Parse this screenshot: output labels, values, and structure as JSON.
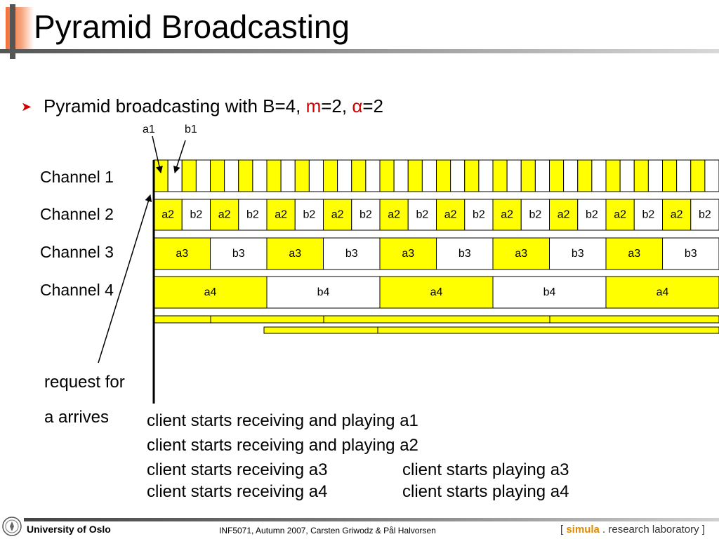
{
  "title": "Pyramid Broadcasting",
  "bullet": {
    "prefix": "Pyramid broadcasting with B=4, ",
    "m": "m",
    "after_m": "=2, ",
    "alpha": "α",
    "after_alpha": "=2"
  },
  "annotations": {
    "a1": "a1",
    "b1": "b1"
  },
  "channels": [
    {
      "label": "Channel 1",
      "segments": []
    },
    {
      "label": "Channel 2",
      "segments": [
        "a2",
        "b2",
        "a2",
        "b2",
        "a2",
        "b2",
        "a2",
        "b2",
        "a2",
        "b2",
        "a2",
        "b2",
        "a2",
        "b2",
        "a2",
        "b2",
        "a2",
        "b2",
        "a2",
        "b2"
      ]
    },
    {
      "label": "Channel 3",
      "segments": [
        "a3",
        "b3",
        "a3",
        "b3",
        "a3",
        "b3",
        "a3",
        "b3",
        "a3",
        "b3"
      ]
    },
    {
      "label": "Channel 4",
      "segments": [
        "a4",
        "b4",
        "a4",
        "b4",
        "a4"
      ]
    }
  ],
  "request": {
    "line1": "request for",
    "line2": "a arrives"
  },
  "captions": [
    {
      "left": "client starts receiving and playing a1",
      "right": ""
    },
    {
      "left": "client starts receiving and playing a2",
      "right": ""
    },
    {
      "left": "client starts receiving a3",
      "right": "client starts playing a3"
    },
    {
      "left": "client starts receiving a4",
      "right": "client starts playing a4"
    }
  ],
  "footer": {
    "university": "University of Oslo",
    "course": "INF5071,  Autumn 2007,  Carsten Griwodz & Pål Halvorsen",
    "lab_open": "[ ",
    "lab_simula": "simula",
    "lab_rest": " . research laboratory ]"
  },
  "colors": {
    "segment_a": "#ffff00",
    "segment_b": "#ffffff",
    "accent_red": "#d60000",
    "border": "#000000"
  }
}
